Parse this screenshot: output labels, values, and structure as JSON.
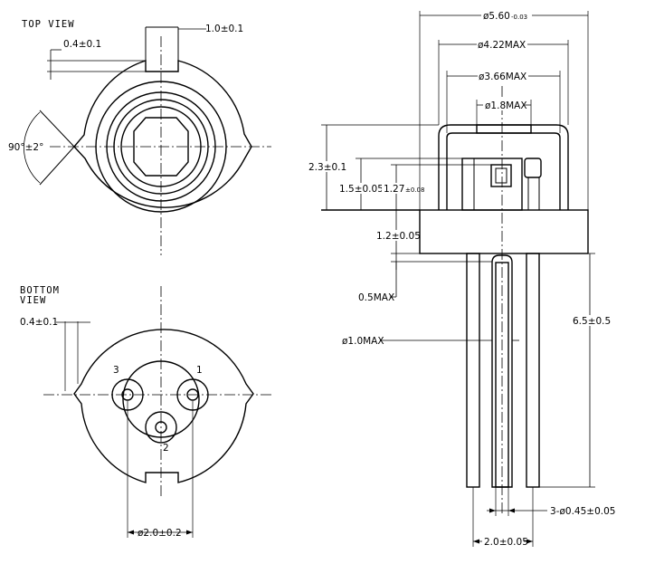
{
  "views": {
    "top_view_title": "TOP VIEW",
    "bottom_view_title_line1": "BOTTOM",
    "bottom_view_title_line2": "VIEW"
  },
  "top_view_dims": {
    "key_width": "1.0±0.1",
    "key_depth": "0.4±0.1",
    "angle": "90°±2°"
  },
  "bottom_view_dims": {
    "key_depth": "0.4±0.1",
    "pin_circle": "ø2.0±0.2",
    "pin_1": "1",
    "pin_2": "2",
    "pin_3": "3"
  },
  "side_view_dims": {
    "flange_dia": "ø5.60",
    "flange_dia_tol": "-0.03",
    "cap_dia": "ø4.22MAX",
    "cap_inner_dia": "ø3.66MAX",
    "window_dia": "ø1.8MAX",
    "height_total": "2.3±0.1",
    "height_window": "1.5±0.05",
    "height_chip": "1.27",
    "height_chip_tol": "±0.08",
    "flange_thickness": "1.2±0.05",
    "glass_max": "0.5MAX",
    "pin_root_dia": "ø1.0MAX",
    "lead_length": "6.5±0.5",
    "lead_dia": "3-ø0.45±0.05",
    "pin_pitch": "2.0±0.05"
  }
}
